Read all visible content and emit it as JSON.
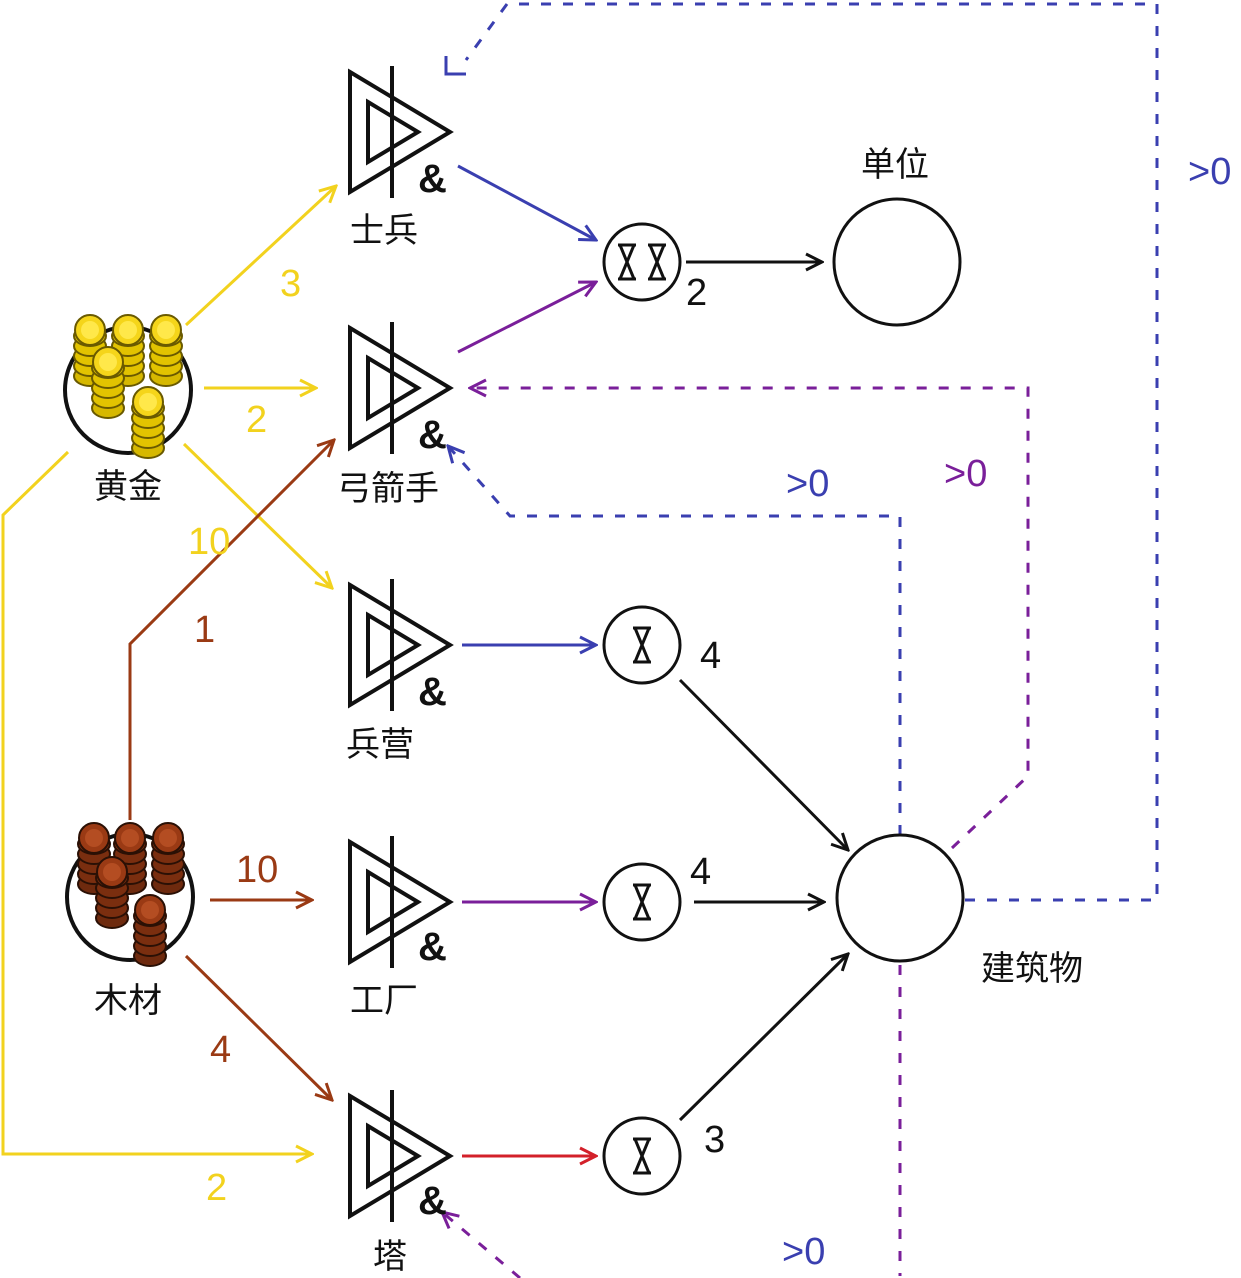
{
  "colors": {
    "gold": "#f2d21e",
    "wood": "#9a3a14",
    "blue": "#3a3fb0",
    "purple": "#7a1f9a",
    "red": "#d3202a",
    "black": "#111111"
  },
  "resources": {
    "gold": {
      "label": "黄金",
      "icon": "gold-coin-stack-icon"
    },
    "wood": {
      "label": "木材",
      "icon": "wood-log-stack-icon"
    }
  },
  "gates": {
    "soldier": {
      "label": "士兵",
      "symbol": "&"
    },
    "archer": {
      "label": "弓箭手",
      "symbol": "&"
    },
    "barracks": {
      "label": "兵营",
      "symbol": "&"
    },
    "factory": {
      "label": "工厂",
      "symbol": "&"
    },
    "tower": {
      "label": "塔",
      "symbol": "&"
    }
  },
  "timers": {
    "units": {
      "value": "2",
      "icon": "double-hourglass-icon"
    },
    "barracks": {
      "value": "4",
      "icon": "hourglass-icon"
    },
    "factory": {
      "value": "4",
      "icon": "hourglass-icon"
    },
    "tower": {
      "value": "3",
      "icon": "hourglass-icon"
    }
  },
  "pools": {
    "units": {
      "label": "单位"
    },
    "buildings": {
      "label": "建筑物"
    }
  },
  "costs": {
    "gold_soldier": "3",
    "gold_archer": "2",
    "wood_archer_upper": "10",
    "wood_archer_lower": "1",
    "wood_factory": "10",
    "wood_tower": "4",
    "gold_tower": "2"
  },
  "conditions": {
    "right_edge": ">0",
    "archer_blue": ">0",
    "archer_purple": ">0",
    "tower_bottom": ">0"
  }
}
